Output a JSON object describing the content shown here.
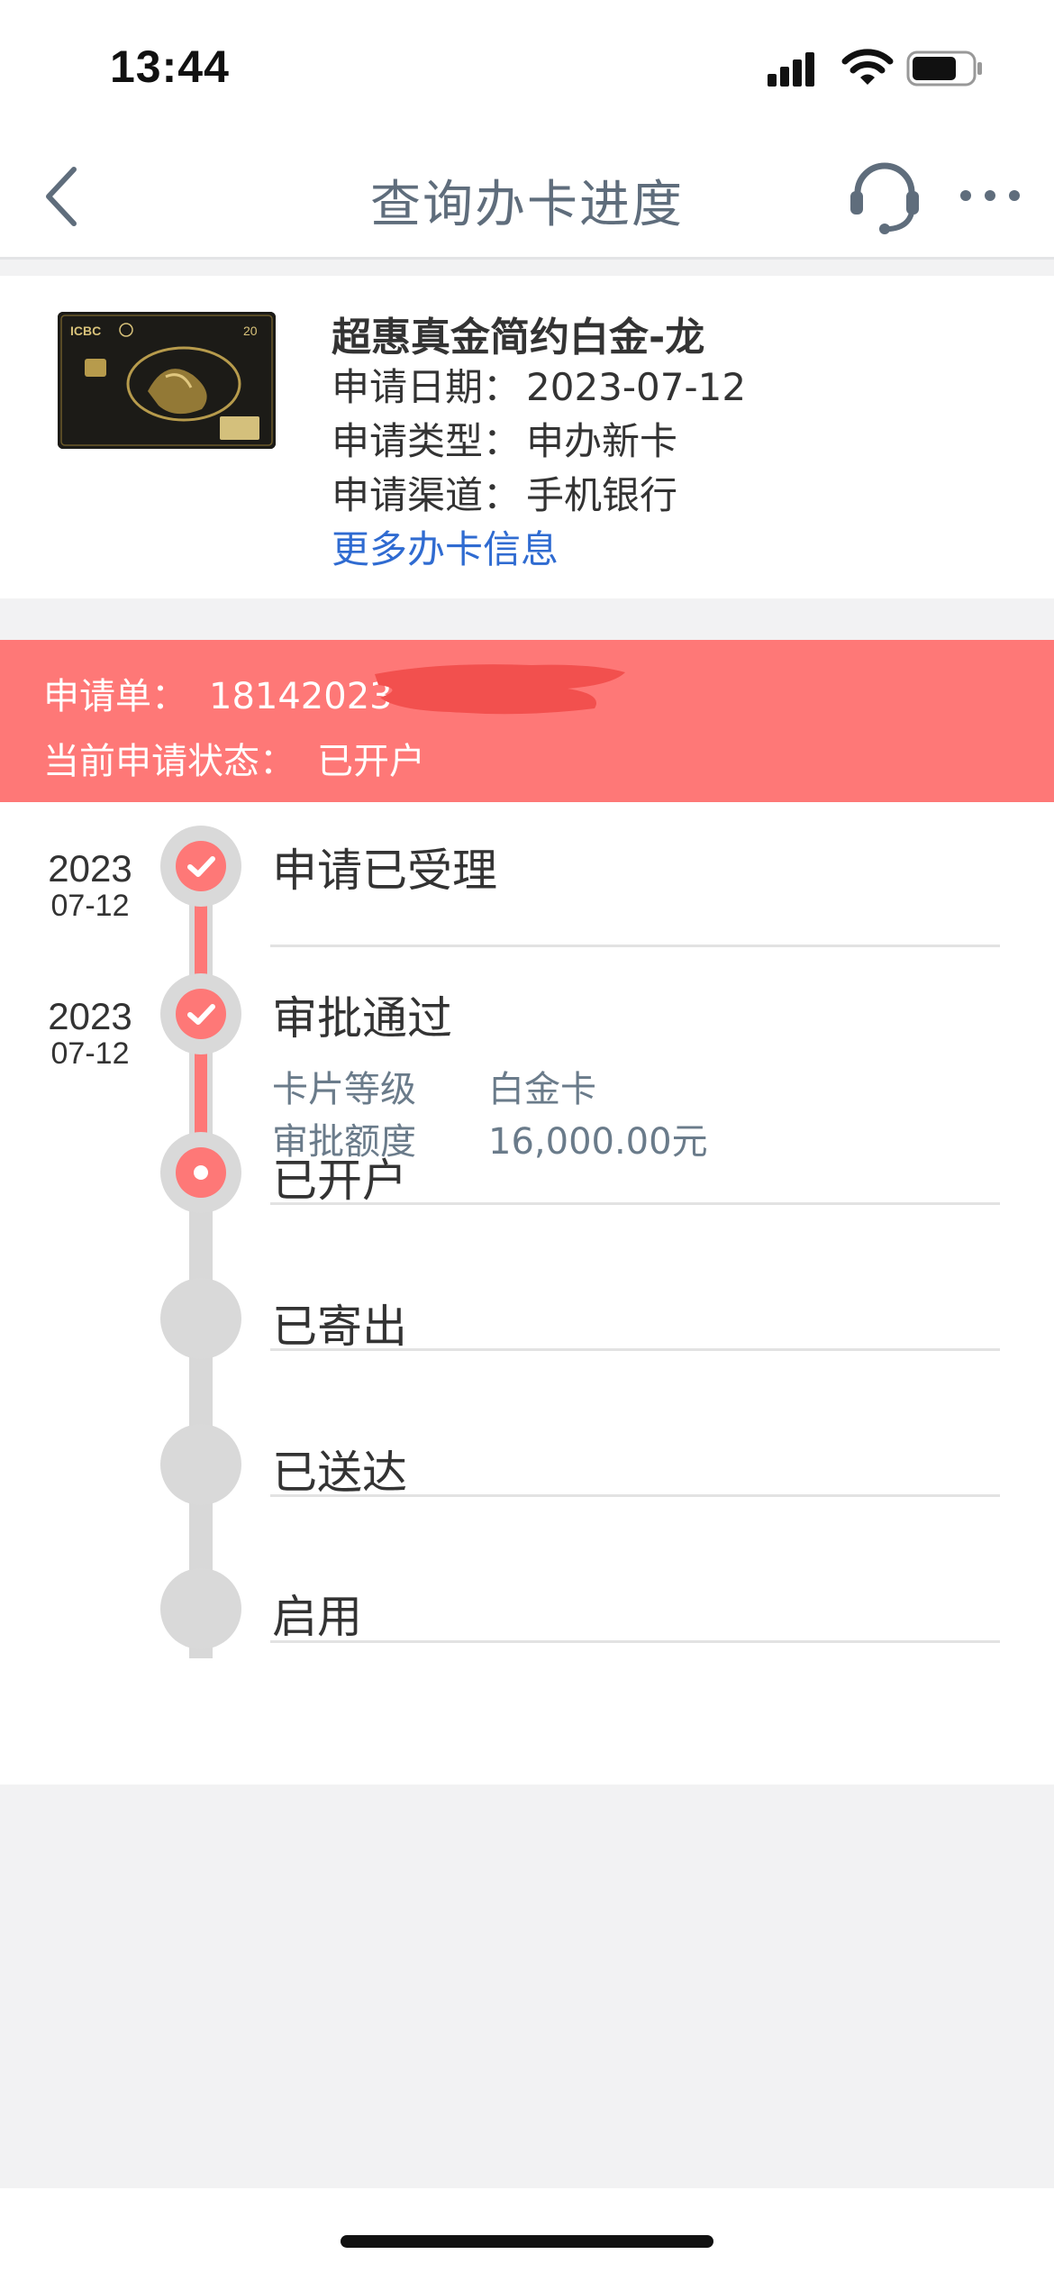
{
  "status_bar": {
    "time": "13:44"
  },
  "nav": {
    "title": "查询办卡进度"
  },
  "card": {
    "name": "超惠真金简约白金-龙",
    "rows": [
      {
        "label": "申请日期：",
        "value": "2023-07-12"
      },
      {
        "label": "申请类型：",
        "value": "申办新卡"
      },
      {
        "label": "申请渠道：",
        "value": "手机银行"
      }
    ],
    "more_link": "更多办卡信息",
    "image_brand": "ICBC"
  },
  "application": {
    "order_label": "申请单：",
    "order_number": "18142023",
    "status_label": "当前申请状态：",
    "status_value": "已开户"
  },
  "steps": [
    {
      "title": "申请已受理",
      "year": "2023",
      "md": "07-12",
      "state": "done"
    },
    {
      "title": "审批通过",
      "year": "2023",
      "md": "07-12",
      "state": "done",
      "details": [
        {
          "label": "卡片等级",
          "value": "白金卡"
        },
        {
          "label": "审批额度",
          "value": "16,000.00元"
        }
      ]
    },
    {
      "title": "已开户",
      "state": "current"
    },
    {
      "title": "已寄出",
      "state": "pending"
    },
    {
      "title": "已送达",
      "state": "pending"
    },
    {
      "title": "启用",
      "state": "pending"
    }
  ],
  "colors": {
    "accent": "#fe7877",
    "link": "#2f6bd1",
    "nav_title": "#5f6d7c",
    "track_inactive": "#d8d8d8"
  }
}
